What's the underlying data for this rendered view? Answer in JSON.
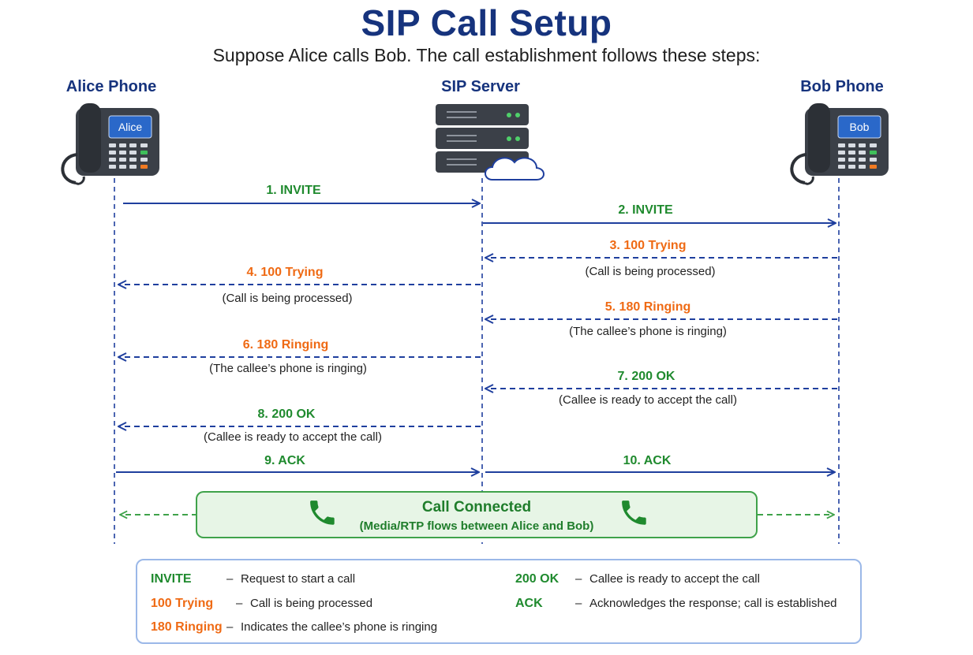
{
  "title": "SIP Call Setup",
  "subtitle": "Suppose Alice calls Bob. The call establishment follows these steps:",
  "actors": [
    {
      "name": "Alice Phone",
      "screen": "Alice"
    },
    {
      "name": "SIP Server"
    },
    {
      "name": "Bob Phone",
      "screen": "Bob"
    }
  ],
  "messages": [
    {
      "label": "1. INVITE",
      "note": ""
    },
    {
      "label": "2. INVITE",
      "note": ""
    },
    {
      "label": "3. 100 Trying",
      "note": "(Call is being processed)"
    },
    {
      "label": "4. 100 Trying",
      "note": "(Call is being processed)"
    },
    {
      "label": "5. 180 Ringing",
      "note": "(The callee’s phone is ringing)"
    },
    {
      "label": "6. 180 Ringing",
      "note": "(The callee’s phone is ringing)"
    },
    {
      "label": "7. 200 OK",
      "note": "(Callee is ready to accept the call)"
    },
    {
      "label": "8. 200 OK",
      "note": "(Callee is ready to accept the call)"
    },
    {
      "label": "9. ACK",
      "note": ""
    },
    {
      "label": "10. ACK",
      "note": ""
    }
  ],
  "connected": {
    "title": "Call Connected",
    "subtitle": "(Media/RTP flows between Alice and Bob)"
  },
  "legend": [
    {
      "term": "INVITE",
      "dash": "–",
      "desc": "Request to start a call"
    },
    {
      "term": "100 Trying",
      "dash": "–",
      "desc": "Call is being processed"
    },
    {
      "term": "180 Ringing",
      "dash": "–",
      "desc": "Indicates the callee’s phone is ringing"
    },
    {
      "term": "200 OK",
      "dash": "–",
      "desc": "Callee is ready to accept the call"
    },
    {
      "term": "ACK",
      "dash": "–",
      "desc": "Acknowledges the response; call is established"
    }
  ],
  "colors": {
    "title": "#16337d",
    "request_arrow": "#1f3f9e",
    "response_arrow": "#1f3f9e",
    "request_label": "#1f8a2e",
    "provisional_label": "#ef6a14",
    "connected_green": "#3fa24a",
    "legend_border": "#9bb8e8"
  }
}
